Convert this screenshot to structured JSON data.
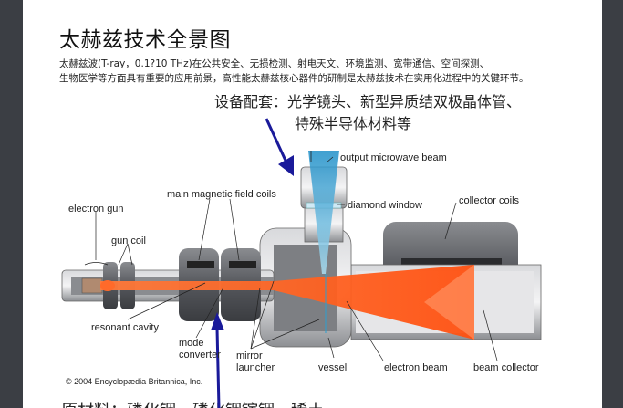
{
  "title": "太赫兹技术全景图",
  "description": {
    "line1": "太赫兹波(T-ray，0.1?10 THz)在公共安全、无损检测、射电天文、环境监测、宽带通信、空间探测、",
    "line2": "生物医学等方面具有重要的应用前景，高性能太赫兹核心器件的研制是太赫兹技术在实用化进程中的关键环节。"
  },
  "callout": {
    "line1": "设备配套：光学镜头、新型异质结双极晶体管、",
    "line2": "特殊半导体材料等"
  },
  "diagram": {
    "labels": {
      "output_microwave_beam": "output microwave beam",
      "main_magnetic_field_coils": "main magnetic field coils",
      "diamond_window": "diamond window",
      "collector_coils": "collector coils",
      "electron_gun": "electron gun",
      "gun_coil": "gun coil",
      "resonant_cavity": "resonant cavity",
      "mode": "mode",
      "converter": "converter",
      "mirror": "mirror",
      "launcher": "launcher",
      "vessel": "vessel",
      "electron_beam": "electron beam",
      "beam_collector": "beam collector"
    },
    "copyright": "© 2004 Encyclopædia Britannica, Inc.",
    "colors": {
      "beam": "#ff5a1f",
      "microwave": "#2a9fd0",
      "arrow": "#1a1a9a",
      "metal": "#9a9ca0"
    }
  },
  "bottom_text": "原材料：磷化铟、磷化铟镓铟、稀土"
}
